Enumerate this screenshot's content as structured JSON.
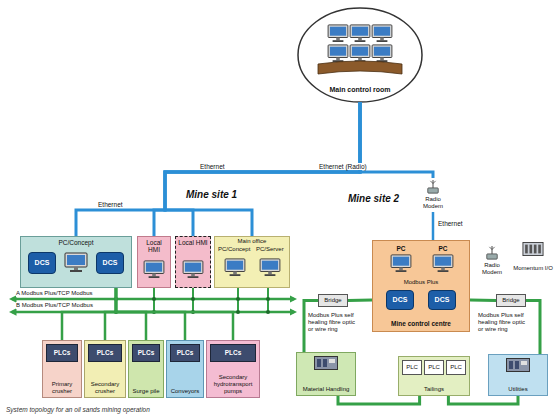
{
  "diagram": {
    "caption": "System topology for an oil sands mining operation",
    "nodes": [
      {
        "text": [
          "Main control room"
        ]
      },
      {
        "text": [
          "PC/Concept"
        ]
      },
      {
        "text": [
          "DCS"
        ],
        "in": 1
      },
      {
        "text": [
          "DCS"
        ],
        "in": 1
      },
      {
        "text": [
          "Local HMI"
        ]
      },
      {
        "text": [
          "Local HMI"
        ]
      },
      {
        "text": [
          "Main office",
          "PC/Concept",
          "PC/Server"
        ]
      },
      {
        "text": [
          "Primary crusher"
        ]
      },
      {
        "text": [
          "PLCs"
        ],
        "in": 7
      },
      {
        "text": [
          "Secondary crusher"
        ]
      },
      {
        "text": [
          "PLCs"
        ],
        "in": 9
      },
      {
        "text": [
          "Surge pile"
        ]
      },
      {
        "text": [
          "PLCs"
        ],
        "in": 11
      },
      {
        "text": [
          "Conveyors"
        ]
      },
      {
        "text": [
          "PLCs"
        ],
        "in": 13
      },
      {
        "text": [
          "Secondary hydrotransport pumps"
        ]
      },
      {
        "text": [
          "PLCs"
        ],
        "in": 15
      },
      {
        "text": [
          "Radio Modem"
        ]
      },
      {
        "text": [
          "Mine control centre"
        ]
      },
      {
        "text": [
          "PC"
        ],
        "in": 18
      },
      {
        "text": [
          "PC"
        ],
        "in": 18
      },
      {
        "text": [
          "DCS"
        ],
        "in": 18
      },
      {
        "text": [
          "DCS"
        ],
        "in": 18
      },
      {
        "text": [
          "Radio Modem"
        ]
      },
      {
        "text": [
          "Momentum I/O"
        ]
      },
      {
        "text": [
          "Bridge"
        ]
      },
      {
        "text": [
          "Bridge"
        ]
      },
      {
        "text": [
          "Material Handling"
        ]
      },
      {
        "text": [
          "Tailings"
        ]
      },
      {
        "text": [
          "PLC"
        ],
        "in": 28
      },
      {
        "text": [
          "PLC"
        ],
        "in": 28
      },
      {
        "text": [
          "PLC"
        ],
        "in": 28
      },
      {
        "text": [
          "Utilities"
        ]
      }
    ],
    "edges": [
      {
        "from": 0,
        "to": 1,
        "arrow": "none"
      },
      {
        "from": 0,
        "to": 4,
        "arrow": "none"
      },
      {
        "from": 0,
        "to": 5,
        "arrow": "none"
      },
      {
        "from": 0,
        "to": 6,
        "arrow": "none"
      },
      {
        "from": 0,
        "to": 17,
        "label": "Ethernet (Radio)",
        "arrow": "none"
      },
      {
        "from": 17,
        "to": 18,
        "label": "Ethernet",
        "arrow": "none"
      },
      {
        "from": 1,
        "to": 7,
        "arrow": "none"
      },
      {
        "from": 1,
        "to": 9,
        "arrow": "none"
      },
      {
        "from": 1,
        "to": 11,
        "arrow": "none"
      },
      {
        "from": 1,
        "to": 13,
        "arrow": "none"
      },
      {
        "from": 1,
        "to": 15,
        "arrow": "none"
      },
      {
        "from": 18,
        "to": 25,
        "arrow": "none"
      },
      {
        "from": 18,
        "to": 26,
        "arrow": "none"
      },
      {
        "from": 25,
        "to": 27,
        "arrow": "none"
      },
      {
        "from": 27,
        "to": 28,
        "arrow": "none"
      },
      {
        "from": 28,
        "to": 32,
        "arrow": "none"
      },
      {
        "from": 26,
        "to": 32,
        "arrow": "none"
      }
    ],
    "labels": [
      "Ethernet",
      "Ethernet",
      "Mine site 1",
      "Mine site 2",
      "A Modbus Plus/TCP Modbus",
      "B Modbus Plus/TCP Modbus",
      "Modbus Plus",
      "Modbus Plus self healing fibre optic or wire ring",
      "Modbus Plus self healing fibre optic or wire ring"
    ]
  }
}
